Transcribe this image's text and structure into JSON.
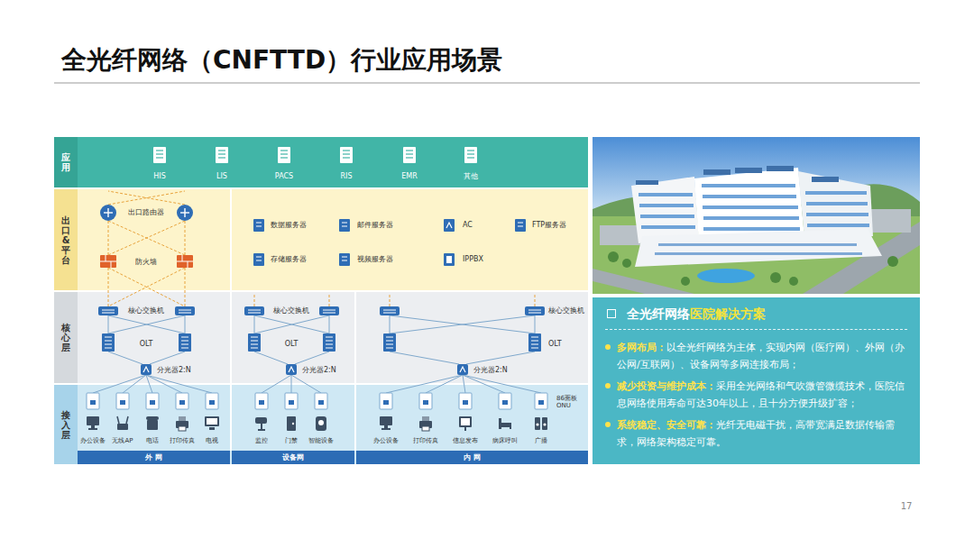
{
  "diagram": {
    "title": "全光纤网络（CNFTTD）行业应用场景",
    "nodes": [
      {
        "text": [
          "应用"
        ]
      },
      {
        "text": [
          "出口&平台"
        ]
      },
      {
        "text": [
          "核心层"
        ]
      },
      {
        "text": [
          "接入层"
        ]
      },
      {
        "text": [
          "外 网"
        ],
        "in": 3
      },
      {
        "text": [
          "设备网"
        ],
        "in": 3
      },
      {
        "text": [
          "内 网"
        ],
        "in": 3
      },
      {
        "text": [
          "全光纤网络",
          "医院解决方案",
          "多网布局：",
          "以全光纤网络为主体，实现内网（医疗网）、外网（办公网/互联网）、设备网等多网连接布局；",
          "减少投资与维护成本：",
          "采用全光网络和气吹微管微缆技术，医院信息网络使用寿命可达30年以上，且十分方便升级扩容；",
          "系统稳定、安全可靠：",
          "光纤无电磁干扰，高带宽满足数据传输需求，网络架构稳定可靠。"
        ]
      }
    ],
    "labels": [
      "HIS",
      "LIS",
      "PACS",
      "RIS",
      "EMR",
      "其他",
      "出口路由器",
      "防火墙",
      "数据服务器",
      "邮件服务器",
      "AC",
      "FTP服务器",
      "存储服务器",
      "视频服务器",
      "IPPBX",
      "核心交换机",
      "核心交换机",
      "核心交换机",
      "OLT",
      "OLT",
      "OLT",
      "分光器2:N",
      "分光器2:N",
      "分光器2:N",
      "86面板 ONU",
      "办公设备",
      "无线AP",
      "电话",
      "打印传真",
      "电视",
      "监控",
      "门禁",
      "智能设备",
      "办公设备",
      "打印传真",
      "信息发布",
      "病床呼叫",
      "广播",
      "17"
    ]
  }
}
